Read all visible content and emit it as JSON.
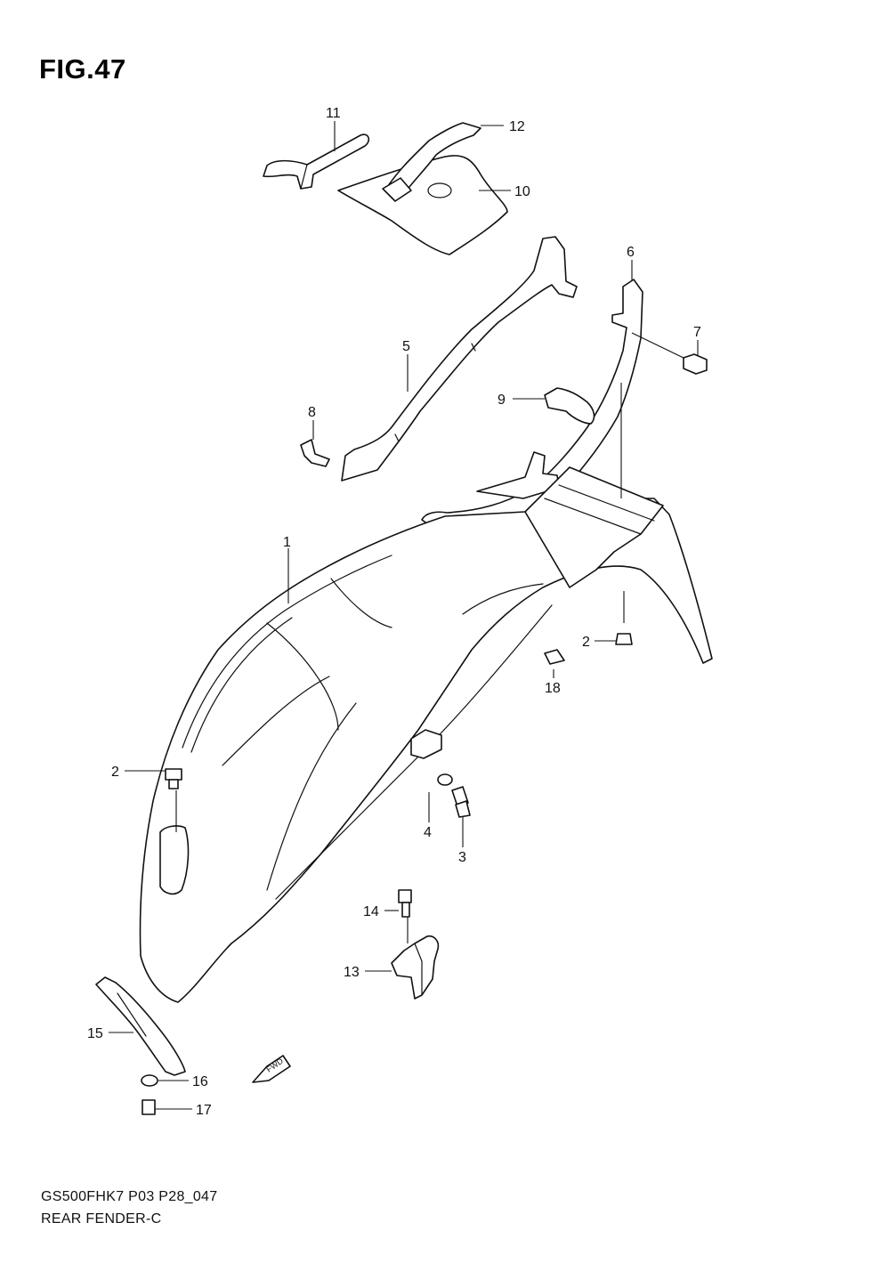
{
  "figure": {
    "title": "FIG.47"
  },
  "footer": {
    "code": "GS500FHK7 P03 P28_047",
    "name": "REAR FENDER-C"
  },
  "fwd_label": "FWD",
  "callouts": [
    "1",
    "2",
    "2",
    "3",
    "4",
    "5",
    "6",
    "7",
    "8",
    "9",
    "10",
    "11",
    "12",
    "13",
    "14",
    "15",
    "16",
    "17",
    "18"
  ]
}
